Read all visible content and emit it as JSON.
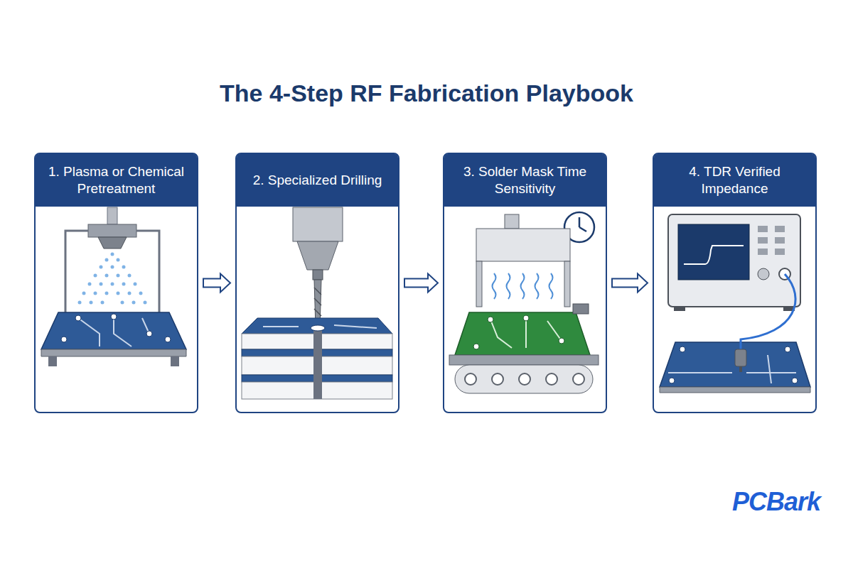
{
  "diagram": {
    "title": "The 4-Step RF Fabrication Playbook",
    "nodes": [
      {
        "text": [
          "1. Plasma or Chemical Pretreatment"
        ]
      },
      {
        "text": [
          "2. Specialized Drilling"
        ]
      },
      {
        "text": [
          "3. Solder Mask Time Sensitivity"
        ]
      },
      {
        "text": [
          "4. TDR Verified Impedance"
        ]
      }
    ],
    "edges": [
      {
        "from": 0,
        "to": 1,
        "arrow": "to"
      },
      {
        "from": 1,
        "to": 2,
        "arrow": "to"
      },
      {
        "from": 2,
        "to": 3,
        "arrow": "to"
      }
    ],
    "labels": [
      "PCBark"
    ]
  }
}
